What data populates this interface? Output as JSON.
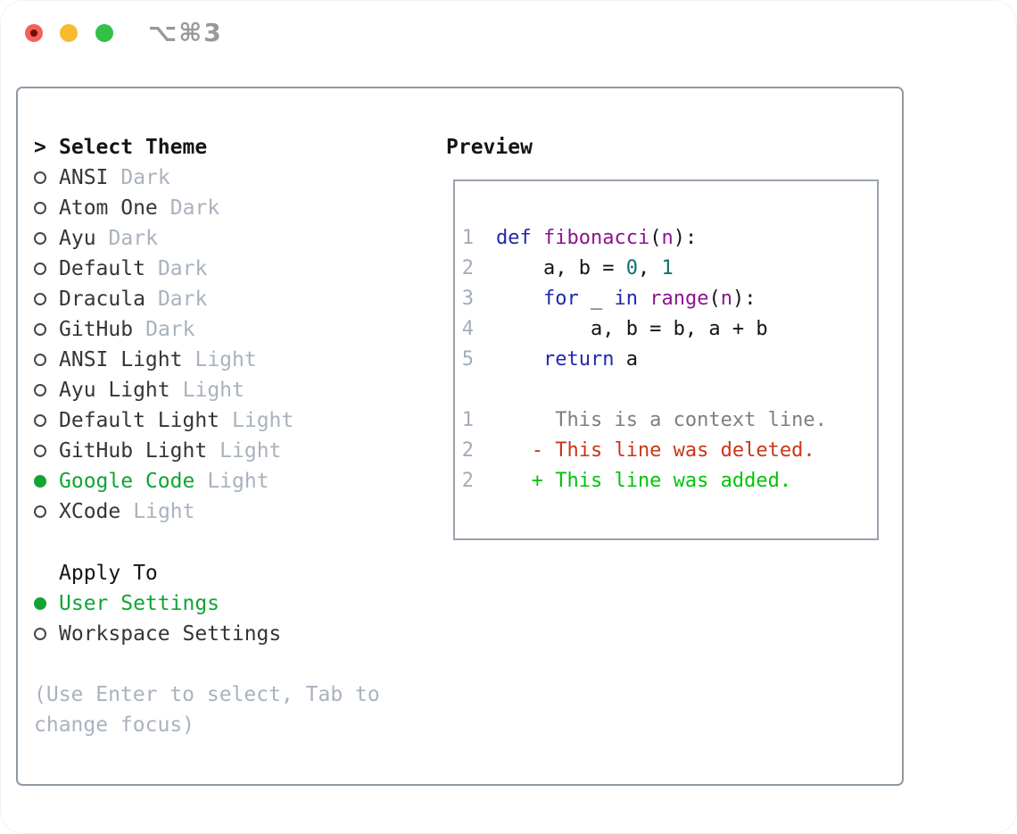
{
  "window": {
    "title_shortcut": "⌥⌘3"
  },
  "theme_picker": {
    "prompt": ">",
    "title": "Select Theme",
    "items": [
      {
        "name": "ANSI",
        "variant": "Dark",
        "selected": false
      },
      {
        "name": "Atom One",
        "variant": "Dark",
        "selected": false
      },
      {
        "name": "Ayu",
        "variant": "Dark",
        "selected": false
      },
      {
        "name": "Default",
        "variant": "Dark",
        "selected": false
      },
      {
        "name": "Dracula",
        "variant": "Dark",
        "selected": false
      },
      {
        "name": "GitHub",
        "variant": "Dark",
        "selected": false
      },
      {
        "name": "ANSI Light",
        "variant": "Light",
        "selected": false
      },
      {
        "name": "Ayu Light",
        "variant": "Light",
        "selected": false
      },
      {
        "name": "Default Light",
        "variant": "Light",
        "selected": false
      },
      {
        "name": "GitHub Light",
        "variant": "Light",
        "selected": false
      },
      {
        "name": "Google Code",
        "variant": "Light",
        "selected": true
      },
      {
        "name": "XCode",
        "variant": "Light",
        "selected": false
      }
    ],
    "apply_to": {
      "title": "Apply To",
      "options": [
        {
          "name": "User Settings",
          "selected": true
        },
        {
          "name": "Workspace Settings",
          "selected": false
        }
      ]
    },
    "hint_line1": "(Use Enter to select, Tab to",
    "hint_line2": "change focus)"
  },
  "preview": {
    "title": "Preview",
    "lines": [
      {
        "num": "1",
        "segments": [
          {
            "t": "def",
            "c": "kw"
          },
          {
            "t": " ",
            "c": "pl"
          },
          {
            "t": "fibonacci",
            "c": "fn"
          },
          {
            "t": "(",
            "c": "pl"
          },
          {
            "t": "n",
            "c": "fn"
          },
          {
            "t": "):",
            "c": "pl"
          }
        ]
      },
      {
        "num": "2",
        "segments": [
          {
            "t": "    a, b = ",
            "c": "pl"
          },
          {
            "t": "0",
            "c": "lit"
          },
          {
            "t": ", ",
            "c": "pl"
          },
          {
            "t": "1",
            "c": "lit"
          }
        ]
      },
      {
        "num": "3",
        "segments": [
          {
            "t": "    ",
            "c": "pl"
          },
          {
            "t": "for",
            "c": "kw"
          },
          {
            "t": " _ ",
            "c": "pl"
          },
          {
            "t": "in",
            "c": "kw"
          },
          {
            "t": " ",
            "c": "pl"
          },
          {
            "t": "range",
            "c": "fn"
          },
          {
            "t": "(",
            "c": "pl"
          },
          {
            "t": "n",
            "c": "fn"
          },
          {
            "t": "):",
            "c": "pl"
          }
        ]
      },
      {
        "num": "4",
        "segments": [
          {
            "t": "        a, b = b, a + b",
            "c": "pl"
          }
        ]
      },
      {
        "num": "5",
        "segments": [
          {
            "t": "    ",
            "c": "pl"
          },
          {
            "t": "return",
            "c": "kw"
          },
          {
            "t": " a",
            "c": "pl"
          }
        ]
      },
      {
        "num": "",
        "segments": []
      },
      {
        "num": "1",
        "segments": [
          {
            "t": "     This is a context line.",
            "c": "ctx"
          }
        ]
      },
      {
        "num": "2",
        "segments": [
          {
            "t": "   - This line was deleted.",
            "c": "del"
          }
        ]
      },
      {
        "num": "2",
        "segments": [
          {
            "t": "   + This line was added.",
            "c": "add"
          }
        ]
      }
    ]
  },
  "colors": {
    "selection_green": "#10a433",
    "added_green": "#00c40a",
    "deleted_red": "#c8361a",
    "keyword_blue": "#2128ad",
    "function_purple": "#8e1390",
    "literal_teal": "#0d6f6f",
    "traffic_red": "#f4615b",
    "traffic_yellow": "#f9ba30",
    "traffic_green": "#31c146"
  }
}
